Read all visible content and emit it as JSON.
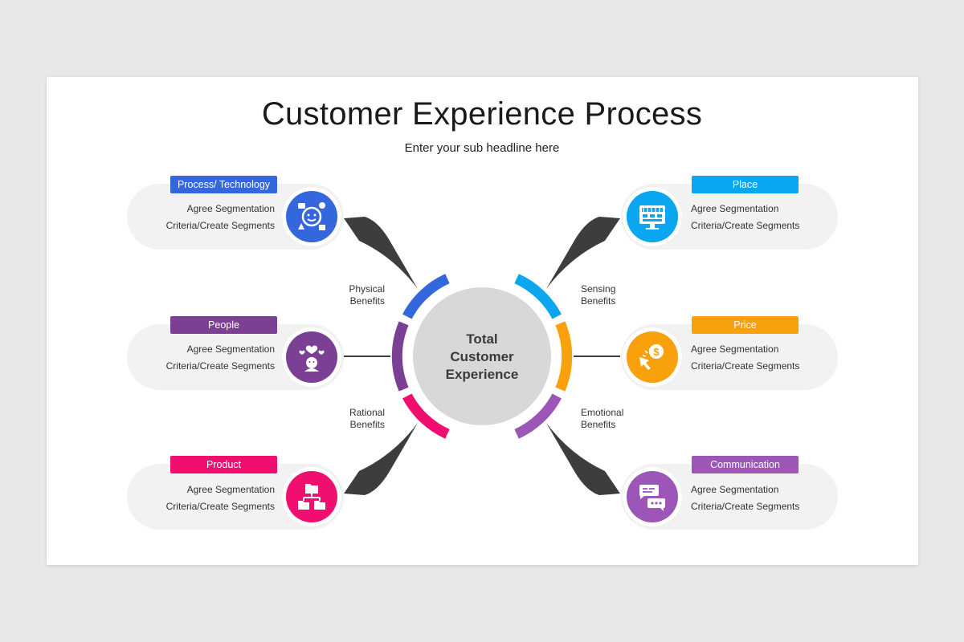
{
  "title": "Customer Experience Process",
  "subtitle": "Enter your sub headline here",
  "center": {
    "line1": "Total",
    "line2": "Customer",
    "line3": "Experience"
  },
  "benefits": {
    "physical": {
      "line1": "Physical",
      "line2": "Benefits"
    },
    "sensing": {
      "line1": "Sensing",
      "line2": "Benefits"
    },
    "rational": {
      "line1": "Rational",
      "line2": "Benefits"
    },
    "emotional": {
      "line1": "Emotional",
      "line2": "Benefits"
    }
  },
  "items": {
    "process": {
      "label": "Process/ Technology",
      "line1": "Agree Segmentation",
      "line2": "Criteria/Create  Segments",
      "color": "#3466dc",
      "icon": "emoji-network-icon"
    },
    "people": {
      "label": "People",
      "line1": "Agree Segmentation",
      "line2": "Criteria/Create  Segments",
      "color": "#7b3f94",
      "icon": "person-hearts-icon"
    },
    "product": {
      "label": "Product",
      "line1": "Agree Segmentation",
      "line2": "Criteria/Create  Segments",
      "color": "#f00e6e",
      "icon": "hierarchy-folders-icon"
    },
    "place": {
      "label": "Place",
      "line1": "Agree Segmentation",
      "line2": "Criteria/Create  Segments",
      "color": "#0aa6f0",
      "icon": "storefront-monitor-icon"
    },
    "price": {
      "label": "Price",
      "line1": "Agree Segmentation",
      "line2": "Criteria/Create  Segments",
      "color": "#f9a10d",
      "icon": "dollar-click-icon"
    },
    "communication": {
      "label": "Communication",
      "line1": "Agree Segmentation",
      "line2": "Criteria/Create  Segments",
      "color": "#9b56b8",
      "icon": "chat-bubbles-icon"
    }
  }
}
